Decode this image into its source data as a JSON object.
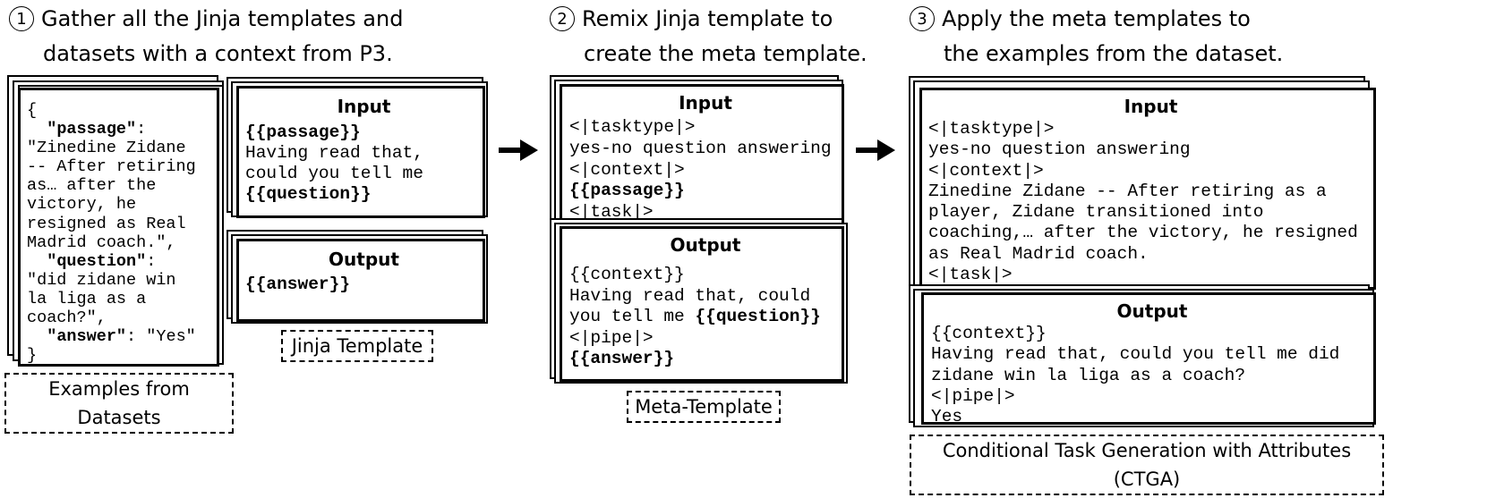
{
  "steps": [
    {
      "number": "1",
      "line1": "Gather all the Jinja templates and",
      "line2": "datasets with a context from P3."
    },
    {
      "number": "2",
      "line1": "Remix Jinja template to",
      "line2": "create the meta template."
    },
    {
      "number": "3",
      "line1": "Apply the meta templates to",
      "line2": "the examples from the dataset."
    }
  ],
  "examples": {
    "open_brace": "{",
    "passage_key": "\"passage\"",
    "passage_value": "\"Zinedine Zidane\n-- After retiring\nas… after the\nvictory, he\nresigned as Real\nMadrid coach.\",",
    "question_key": "\"question\"",
    "question_value": "\"did zidane win\nla liga as a\ncoach?\",",
    "answer_key": "\"answer\"",
    "answer_value": "\"Yes\"",
    "close_brace": "}",
    "colon": ":",
    "label": "Examples from Datasets"
  },
  "jinja": {
    "input_header": "Input",
    "input_var1": "{{passage}}",
    "input_text": "Having read that,\ncould you tell me",
    "input_var2": "{{question}}",
    "output_header": "Output",
    "output_var": "{{answer}}",
    "label": "Jinja Template"
  },
  "meta": {
    "input_header": "Input",
    "input_line1": "<|tasktype|>",
    "input_line2": "yes-no question answering",
    "input_line3": "<|context|>",
    "input_var": "{{passage}}",
    "input_line4": "<|task|>",
    "output_header": "Output",
    "output_line1": "{{context}}",
    "output_line2": "Having read that, could",
    "output_line3": "you tell me ",
    "output_var1": "{{question}}",
    "output_line4": "<|pipe|>",
    "output_var2": "{{answer}}",
    "label": "Meta-Template"
  },
  "ctga": {
    "input_header": "Input",
    "input_text": "<|tasktype|>\nyes-no question answering\n<|context|>\nZinedine Zidane -- After retiring as a\nplayer, Zidane transitioned into\ncoaching,… after the victory, he resigned\nas Real Madrid coach.\n<|task|>",
    "output_header": "Output",
    "output_text": "{{context}}\nHaving read that, could you tell me did\nzidane win la liga as a coach?\n<|pipe|>\nYes",
    "label": "Conditional Task Generation with Attributes (CTGA)"
  }
}
